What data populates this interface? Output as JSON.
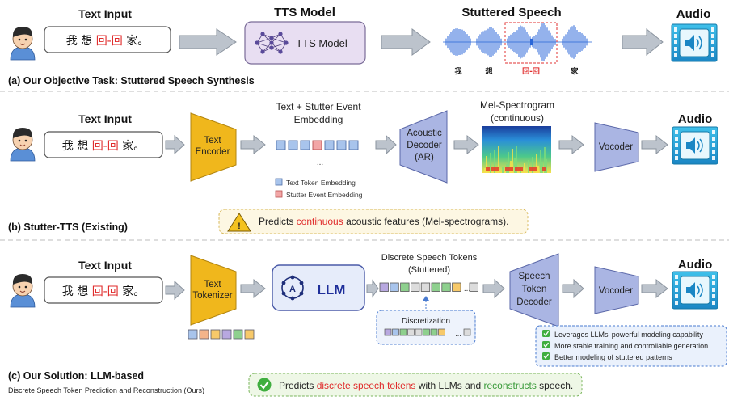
{
  "colors": {
    "arrow": "#bcc3cc",
    "tts_box": "#e8def2",
    "encoder": "#f0b71c",
    "decoder": "#aab5e3",
    "token_blue": "#a8c4ec",
    "token_red": "#f2a6a6",
    "highlight_red": "#e02b2b",
    "highlight_green": "#3a9a3a",
    "audio": "#2aa3d6",
    "wave": "#2a66d8",
    "note_fill": "#fdf7e3",
    "note_green": "#eef7e6",
    "benefit_fill": "#eaf1fc"
  },
  "row_a": {
    "text_input_title": "Text Input",
    "tts_title": "TTS Model",
    "tts_label": "TTS Model",
    "stuttered_title": "Stuttered Speech",
    "audio_title": "Audio",
    "caption": "(a) Our Objective Task: Stuttered Speech Synthesis",
    "wave_chars": [
      "我",
      "想",
      "回-回",
      "家"
    ]
  },
  "input_text": {
    "part1": "我 想 ",
    "stutter": "回-回",
    "part2": " 家。"
  },
  "row_b": {
    "text_input_title": "Text Input",
    "encoder_label_1": "Text",
    "encoder_label_2": "Encoder",
    "embedding_title_1": "Text + Stutter Event",
    "embedding_title_2": "Embedding",
    "ellipsis": "...",
    "legend_text": "Text Token Embedding",
    "legend_stutter": "Stutter Event Embedding",
    "decoder_label_1": "Acoustic",
    "decoder_label_2": "Decoder",
    "decoder_label_3": "(AR)",
    "mel_title_1": "Mel-Spectrogram",
    "mel_title_2": "(continuous)",
    "vocoder_label": "Vocoder",
    "audio_title": "Audio",
    "note_pre": "Predicts ",
    "note_hl": "continuous",
    "note_post": " acoustic features (Mel-spectrograms).",
    "caption": "(b) Stutter-TTS (Existing)"
  },
  "row_c": {
    "text_input_title": "Text Input",
    "tokenizer_label_1": "Text",
    "tokenizer_label_2": "Tokenizer",
    "llm_label": "LLM",
    "llm_glyph": "A",
    "tokens_title_1": "Discrete Speech Tokens",
    "tokens_title_2": "(Stuttered)",
    "ellipsis": "...",
    "discretization_label": "Discretization",
    "decoder_label_1": "Speech",
    "decoder_label_2": "Token",
    "decoder_label_3": "Decoder",
    "vocoder_label": "Vocoder",
    "audio_title": "Audio",
    "benefits": [
      "Leverages LLMs' powerful modeling capability",
      "More stable training and controllable generation",
      "Better modeling of stuttered patterns"
    ],
    "caption_main": "(c) Our Solution: LLM-based",
    "caption_sub": "Discrete Speech Token Prediction and Reconstruction (Ours)",
    "note_pre": "Predicts ",
    "note_hl1": "discrete speech tokens",
    "note_mid": " with LLMs and ",
    "note_hl2": "reconstructs",
    "note_post": " speech."
  }
}
